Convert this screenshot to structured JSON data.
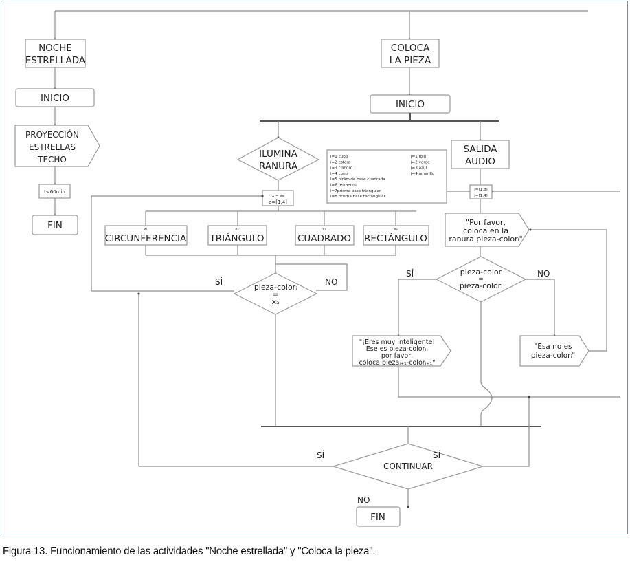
{
  "figure": {
    "caption": "Figura 13. Funcionamiento de las actividades \"Noche estrellada\" y \"Coloca la pieza\"."
  },
  "noche_estrellada": {
    "title_line1": "NOCHE",
    "title_line2": "ESTRELLADA",
    "start": "INICIO",
    "output_line1": "PROYECCIÓN",
    "output_line2": "ESTRELLAS",
    "output_line3": "TECHO",
    "condition": "t<60min",
    "end": "FIN"
  },
  "coloca_la_pieza": {
    "title_line1": "COLOCA",
    "title_line2": "LA PIEZA",
    "start": "INICIO",
    "left_branch": {
      "decision_line1": "ILUMINA",
      "decision_line2": "RANURA",
      "assign_line1": "x = xₐ",
      "assign_line2": "a=[1,4]",
      "shapes": [
        {
          "var": "x₁",
          "label": "CIRCUNFERENCIA"
        },
        {
          "var": "x₂",
          "label": "TRIÁNGULO"
        },
        {
          "var": "x₃",
          "label": "CUADRADO"
        },
        {
          "var": "x₄",
          "label": "RECTÁNGULO"
        }
      ],
      "check_line1": "pieza-colorᵢ",
      "check_line2": "=",
      "check_line3": "xₐ",
      "yes": "SÍ",
      "no": "NO"
    },
    "legend": {
      "pieces": [
        "i=1 cubo",
        "i=2 esfera",
        "i=3 cilindro",
        "i=4 cono",
        "i=5 pirámide base cuadrada",
        "i=6 tetraedro",
        "i=7prisma base triangular",
        "i=8 prisma base rectangular"
      ],
      "colors": [
        "j=1 rojo",
        "j=2 verde",
        "j=3 azul",
        "j=4 amarillo"
      ]
    },
    "right_branch": {
      "output_line1": "SALIDA",
      "output_line2": "AUDIO",
      "range_line1": "i=[1,8]",
      "range_line2": "j=[1,4]",
      "prompt_line1": "\"Por favor,",
      "prompt_line2": "coloca en la",
      "prompt_line3": "ranura pieza-colorᵢ\"",
      "check_line1": "pieza-color",
      "check_line2": "=",
      "check_line3": "pieza-colorᵢ",
      "yes": "SÍ",
      "no": "NO",
      "success_line1": "\"¡Eres muy inteligente!",
      "success_line2": "Ese es pieza-colorᵢ,",
      "success_line3": "por favor,",
      "success_line4": "coloca piezaᵢ₊₁-colorⱼ₊₁\"",
      "fail_line1": "\"Esa no es",
      "fail_line2": "pieza-colorᵢ\""
    },
    "continue": {
      "decision": "CONTINUAR",
      "yes_left": "SÍ",
      "yes_right": "SÍ",
      "no": "NO",
      "end": "FIN"
    }
  }
}
